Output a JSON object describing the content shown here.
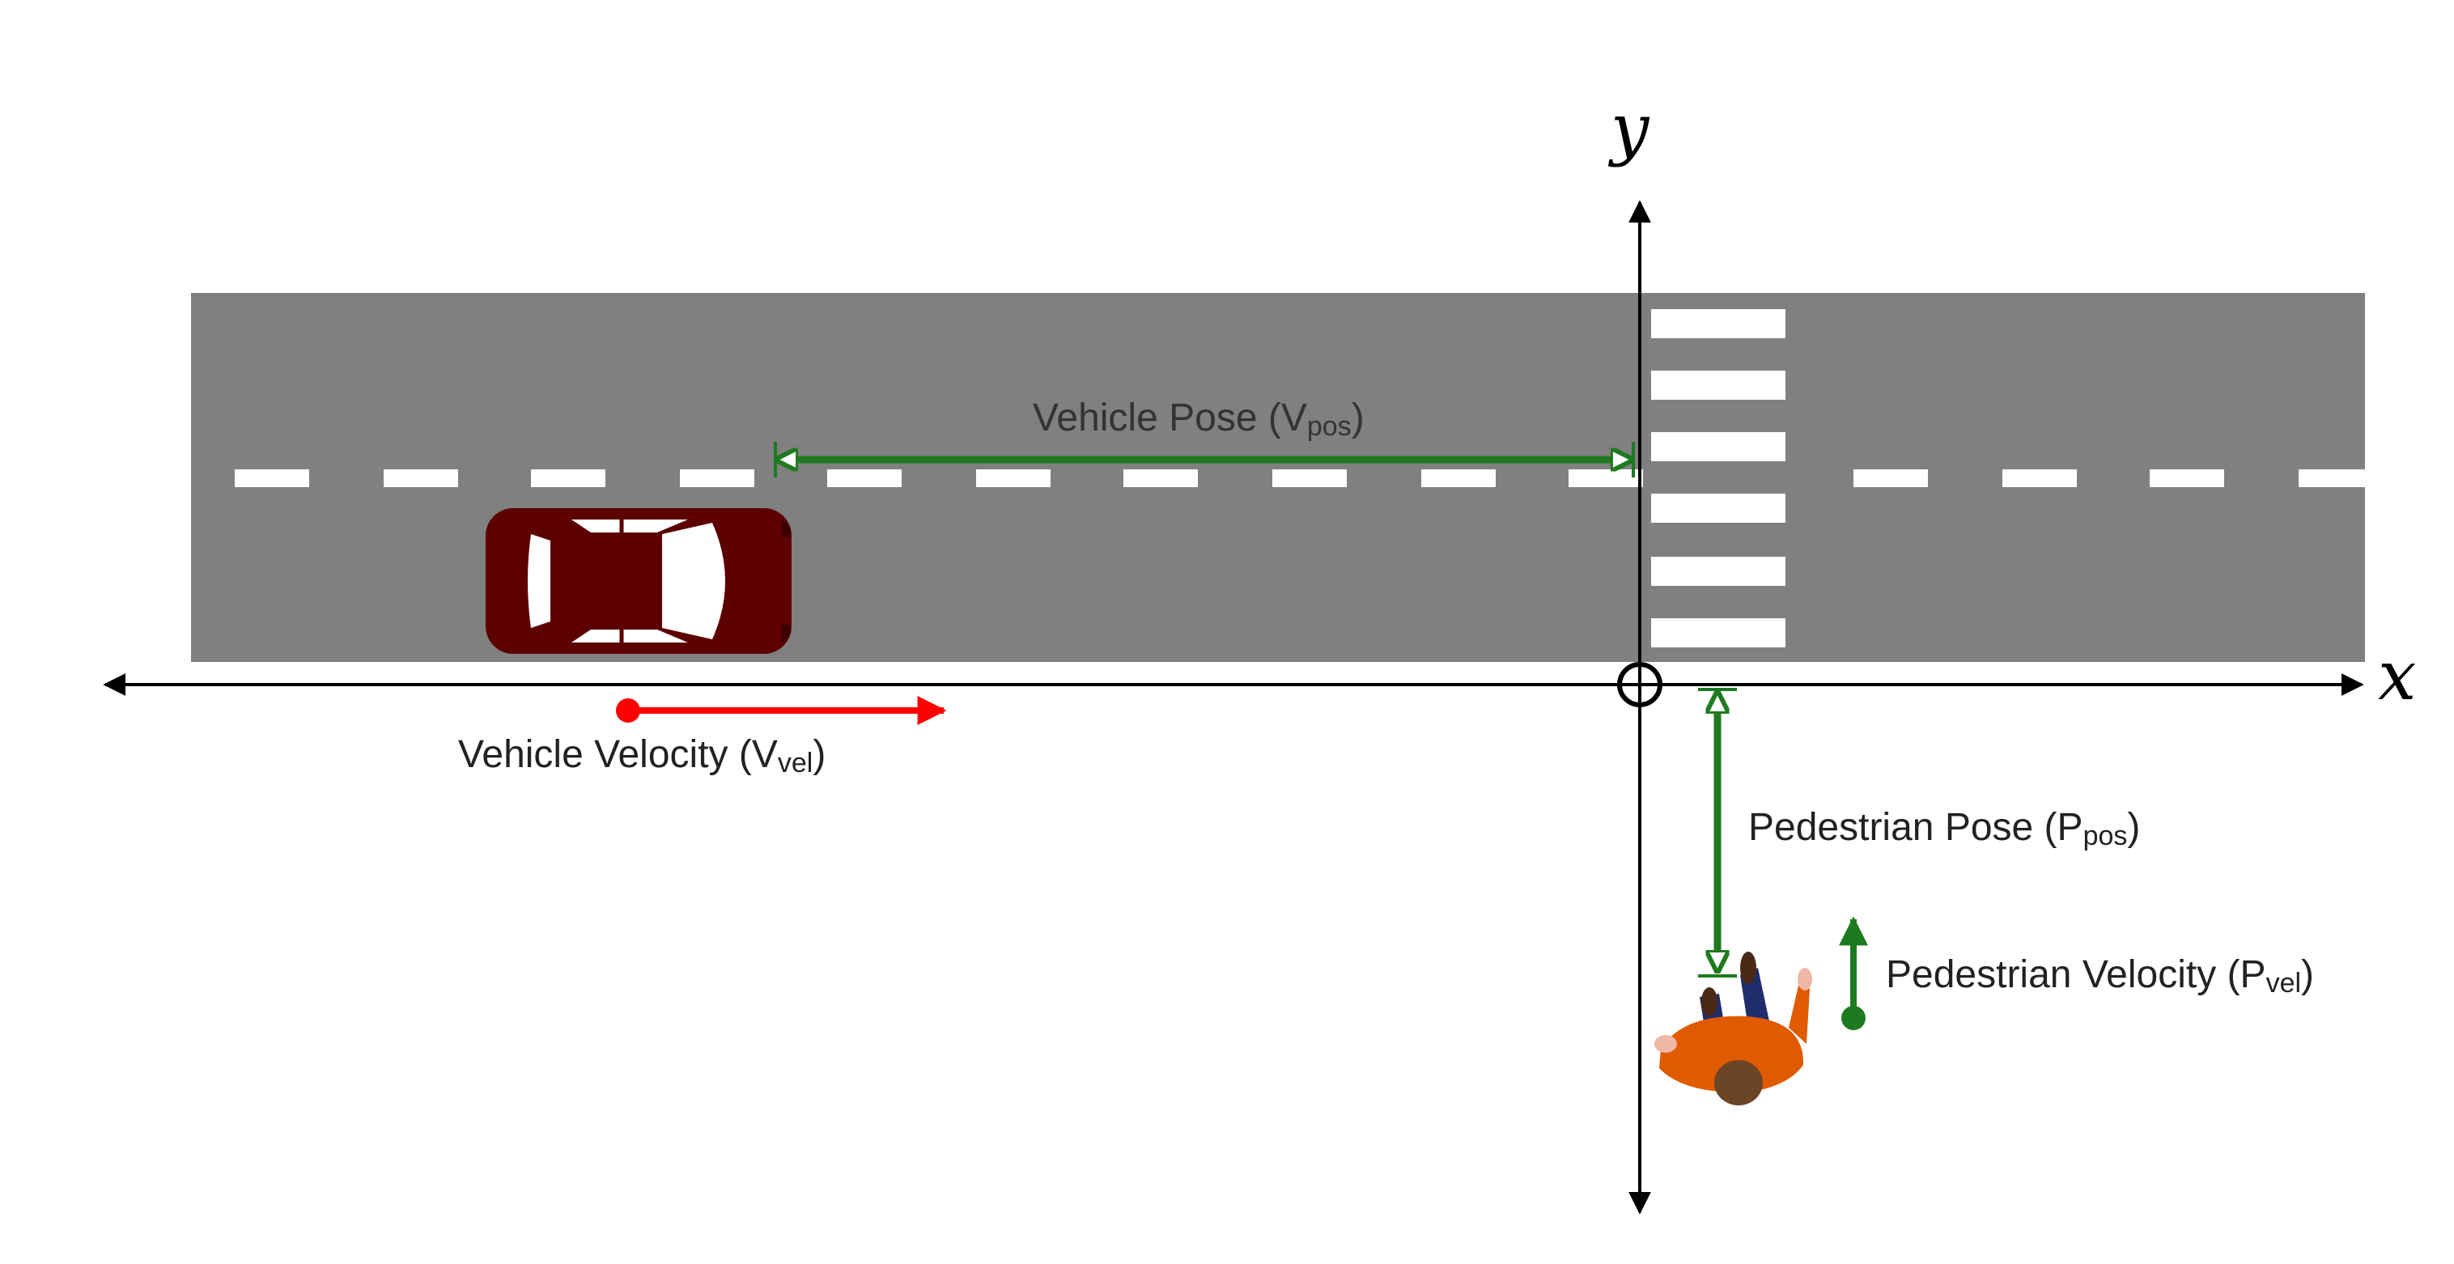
{
  "axes": {
    "x_label": "x",
    "y_label": "y"
  },
  "labels": {
    "vehicle_pose": {
      "main": "Vehicle Pose (V",
      "sub": "pos",
      "close": ")"
    },
    "vehicle_velocity": {
      "main": "Vehicle Velocity (V",
      "sub": "vel",
      "close": ")"
    },
    "pedestrian_pose": {
      "main": "Pedestrian Pose (P",
      "sub": "pos",
      "close": ")"
    },
    "pedestrian_velocity": {
      "main": "Pedestrian Velocity (P",
      "sub": "vel",
      "close": ")"
    }
  },
  "colors": {
    "road": "#808080",
    "lane_marking": "#ffffff",
    "axis": "#000000",
    "pose_arrow": "#1e7a1e",
    "vehicle_velocity_arrow": "#ff0000",
    "vehicle_body": "#5c0000",
    "pedestrian_shirt": "#e05a00",
    "pedestrian_pants": "#1f2d6b",
    "pedestrian_hair": "#6b4426",
    "label_text": "#333333"
  }
}
